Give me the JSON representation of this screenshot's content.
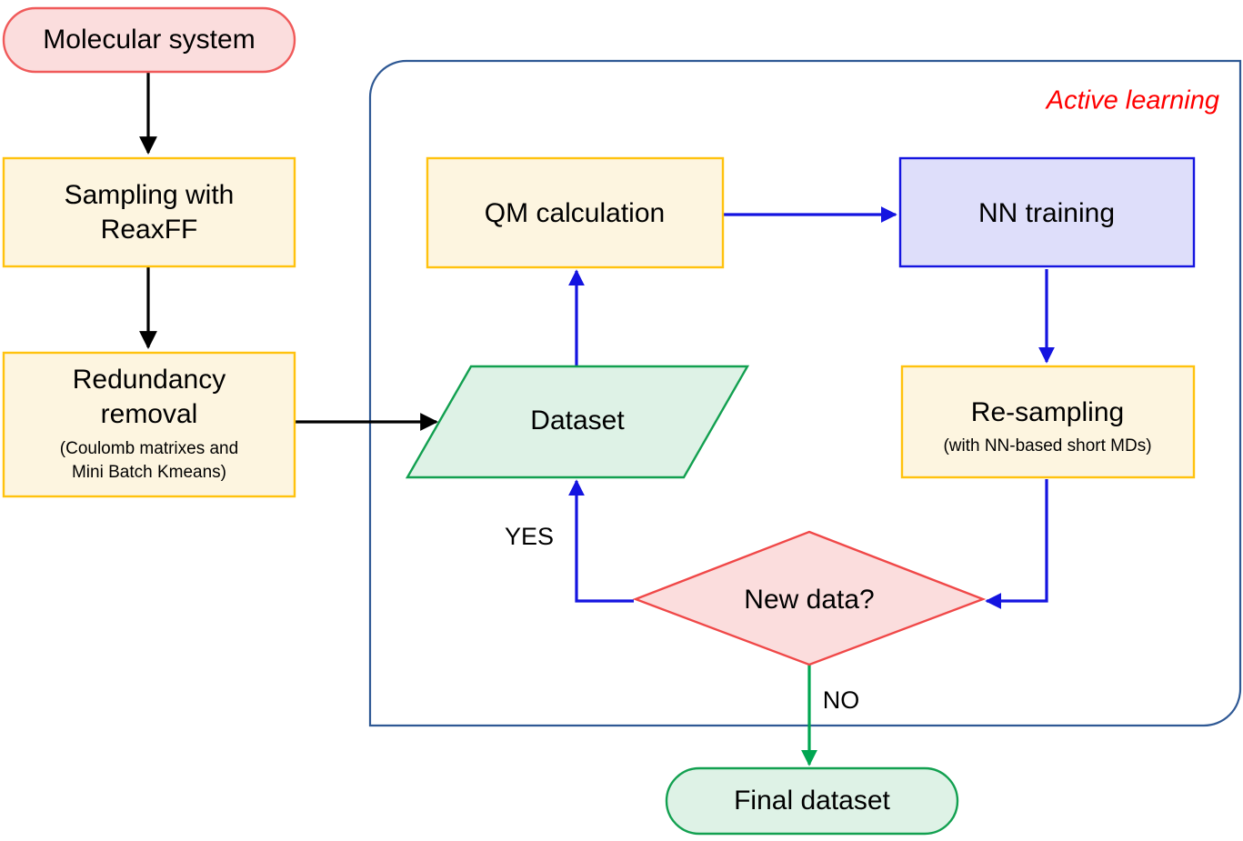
{
  "diagram": {
    "type": "flowchart",
    "title_hidden": "Active learning workflow for NN potential dataset generation",
    "group": {
      "label": "Active learning",
      "color": "#ff0000",
      "border_color": "#2e5894"
    },
    "nodes": [
      {
        "id": "molecular-system",
        "label": "Molecular system",
        "shape": "rounded-rectangle",
        "fill": "#fbdddd",
        "stroke": "#f05a5a"
      },
      {
        "id": "sampling-reaxff",
        "label_line1": "Sampling with",
        "label_line2": "ReaxFF",
        "shape": "rectangle",
        "fill": "#fdf5e0",
        "stroke": "#ffc20e"
      },
      {
        "id": "redundancy-removal",
        "label_line1": "Redundancy",
        "label_line2": "removal",
        "sub_line1": "(Coulomb matrixes and",
        "sub_line2": "Mini Batch Kmeans)",
        "shape": "rectangle",
        "fill": "#fdf5e0",
        "stroke": "#ffc20e"
      },
      {
        "id": "qm-calculation",
        "label": "QM calculation",
        "shape": "rectangle",
        "fill": "#fdf5e0",
        "stroke": "#ffc20e"
      },
      {
        "id": "nn-training",
        "label": "NN training",
        "shape": "rectangle",
        "fill": "#dedefa",
        "stroke": "#1414e0"
      },
      {
        "id": "dataset",
        "label": "Dataset",
        "shape": "parallelogram",
        "fill": "#def2e6",
        "stroke": "#12a050"
      },
      {
        "id": "re-sampling",
        "label": "Re-sampling",
        "sub_line1": "(with NN-based short MDs)",
        "shape": "rectangle",
        "fill": "#fdf5e0",
        "stroke": "#ffc20e"
      },
      {
        "id": "new-data-decision",
        "label": "New data?",
        "shape": "diamond",
        "fill": "#fbdddd",
        "stroke": "#f04848"
      },
      {
        "id": "final-dataset",
        "label": "Final dataset",
        "shape": "rounded-rectangle",
        "fill": "#def2e6",
        "stroke": "#12a050"
      }
    ],
    "edges": [
      {
        "id": "e-molecular-to-sampling",
        "from": "molecular-system",
        "to": "sampling-reaxff",
        "label": "",
        "color": "#000000"
      },
      {
        "id": "e-sampling-to-redundancy",
        "from": "sampling-reaxff",
        "to": "redundancy-removal",
        "label": "",
        "color": "#000000"
      },
      {
        "id": "e-redundancy-to-dataset",
        "from": "redundancy-removal",
        "to": "dataset",
        "label": "",
        "color": "#000000"
      },
      {
        "id": "e-dataset-to-qm",
        "from": "dataset",
        "to": "qm-calculation",
        "label": "",
        "color": "#1414e0"
      },
      {
        "id": "e-qm-to-nn",
        "from": "qm-calculation",
        "to": "nn-training",
        "label": "",
        "color": "#1414e0"
      },
      {
        "id": "e-nn-to-resampling",
        "from": "nn-training",
        "to": "re-sampling",
        "label": "",
        "color": "#1414e0"
      },
      {
        "id": "e-resampling-to-decision",
        "from": "re-sampling",
        "to": "new-data-decision",
        "label": "",
        "color": "#1414e0"
      },
      {
        "id": "e-decision-to-dataset-yes",
        "from": "new-data-decision",
        "to": "dataset",
        "label": "YES",
        "color": "#1414e0"
      },
      {
        "id": "e-decision-to-final-no",
        "from": "new-data-decision",
        "to": "final-dataset",
        "label": "NO",
        "color": "#00a651"
      }
    ]
  }
}
